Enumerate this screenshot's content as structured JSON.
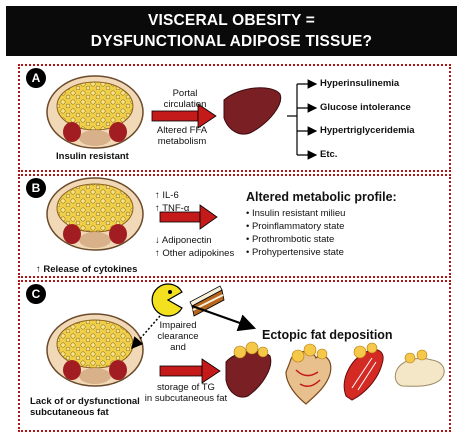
{
  "title": {
    "line1": "VISCERAL OBESITY =",
    "line2": "DYSFUNCTIONAL ADIPOSE TISSUE?"
  },
  "panel_a": {
    "letter": "A",
    "caption": "Insulin resistant",
    "arrow_top": "Portal circulation",
    "arrow_bottom_1": "Altered FFA",
    "arrow_bottom_2": "metabolism",
    "outcomes": [
      "Hyperinsulinemia",
      "Glucose intolerance",
      "Hypertriglyceridemia",
      "Etc."
    ]
  },
  "panel_b": {
    "letter": "B",
    "caption": "↑ Release of cytokines",
    "factors": [
      "↑ IL-6",
      "↑ TNF-α",
      "↓ Adiponectin",
      "↑ Other adipokines"
    ],
    "profile_title": "Altered metabolic profile:",
    "profile_items": [
      "Insulin resistant milieu",
      "Proinflammatory state",
      "Prothrombotic state",
      "Prohypertensive state"
    ]
  },
  "panel_c": {
    "letter": "C",
    "caption_1": "Lack of or dysfunctional",
    "caption_2": "subcutaneous fat",
    "mid_text": [
      "Impaired",
      "clearance",
      "and"
    ],
    "storage_text": [
      "storage of TG",
      "in subcutaneous fat"
    ],
    "ectopic_label": "Ectopic fat deposition"
  },
  "colors": {
    "border": "#b01515",
    "arrow": "#c41a1a",
    "liver": "#7a1f24",
    "fat": "#f2d24a"
  }
}
